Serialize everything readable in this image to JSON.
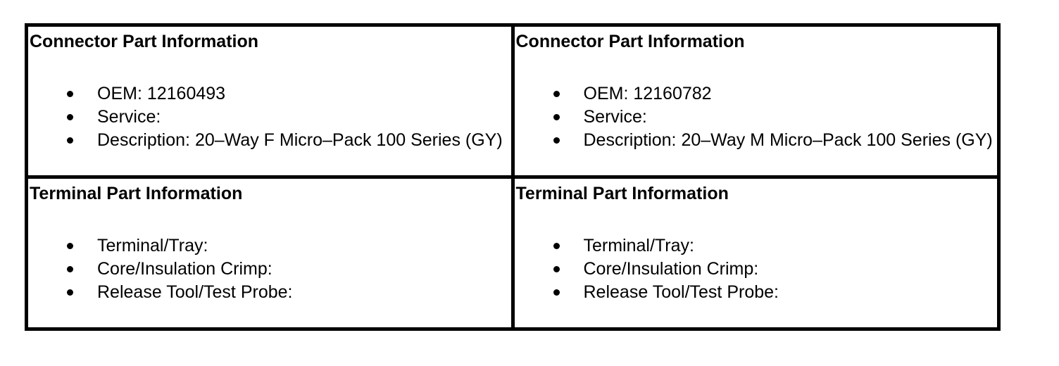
{
  "page": {
    "background_color": "#ffffff",
    "text_color": "#000000",
    "border_color": "#000000"
  },
  "table": {
    "cells": [
      {
        "heading": "Connector Part Information",
        "items": [
          "OEM: 12160493",
          "Service:",
          "Description: 20–Way F Micro–Pack 100 Series (GY)"
        ]
      },
      {
        "heading": "Connector Part Information",
        "items": [
          "OEM: 12160782",
          "Service:",
          "Description: 20–Way M Micro–Pack 100 Series (GY)"
        ]
      },
      {
        "heading": "Terminal Part Information",
        "items": [
          "Terminal/Tray:",
          "Core/Insulation Crimp:",
          "Release Tool/Test Probe:"
        ]
      },
      {
        "heading": "Terminal Part Information",
        "items": [
          "Terminal/Tray:",
          "Core/Insulation Crimp:",
          "Release Tool/Test Probe:"
        ]
      }
    ]
  }
}
